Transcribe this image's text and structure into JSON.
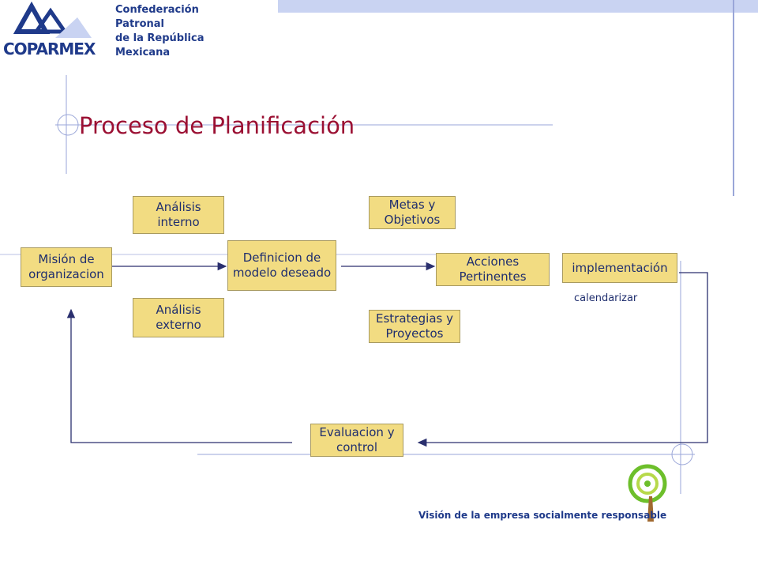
{
  "header": {
    "logo_lines": "Confederación\nPatronal\nde la República\nMexicana",
    "logo_word": "COPARMEX"
  },
  "slide": {
    "title": "Proceso de Planificación"
  },
  "diagram": {
    "mision": "Misión de\norganizacion",
    "analisis_interno": "Análisis\ninterno",
    "analisis_externo": "Análisis\nexterno",
    "definicion": "Definicion de\nmodelo deseado",
    "metas": "Metas y\nObjetivos",
    "estrategias": "Estrategias y\nProyectos",
    "acciones": "Acciones\nPertinentes",
    "implementacion": "implementación",
    "calendarizar": "calendarizar",
    "evaluacion": "Evaluacion y\ncontrol"
  },
  "footer": {
    "tagline": "Visión de la empresa socialmente responsable"
  },
  "colors": {
    "box_fill": "#f2dc82",
    "title": "#9b1033",
    "arrow": "#2a2f6e",
    "accent_blue": "#c9d3f2"
  }
}
